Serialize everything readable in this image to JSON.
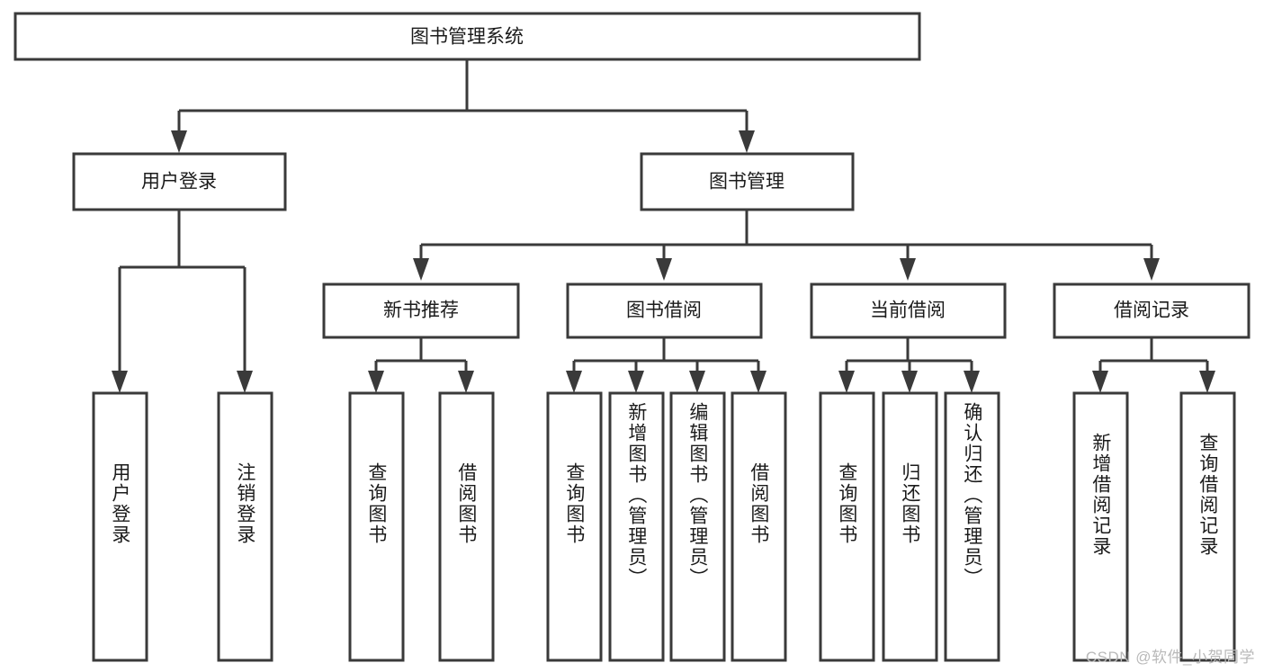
{
  "diagram": {
    "title": "图书管理系统",
    "type": "hierarchy-tree",
    "orientation": "top-down",
    "levels": 4,
    "colors": {
      "stroke": "#3a3a3a",
      "box_fill": "#ffffff",
      "text": "#1b1b1b",
      "background": "#ffffff",
      "watermark": "#b9b9b9"
    },
    "root": {
      "id": "root",
      "label": "图书管理系统"
    },
    "level2": [
      {
        "id": "user-login",
        "label": "用户登录"
      },
      {
        "id": "book-manage",
        "label": "图书管理"
      }
    ],
    "level3": [
      {
        "id": "new-book-recommend",
        "label": "新书推荐",
        "parent": "book-manage"
      },
      {
        "id": "book-borrow",
        "label": "图书借阅",
        "parent": "book-manage"
      },
      {
        "id": "current-borrow",
        "label": "当前借阅",
        "parent": "book-manage"
      },
      {
        "id": "borrow-record",
        "label": "借阅记录",
        "parent": "book-manage"
      }
    ],
    "leaves": [
      {
        "id": "leaf-user-login",
        "label": "用户登录",
        "parent": "user-login"
      },
      {
        "id": "leaf-user-logout",
        "label": "注销登录",
        "parent": "user-login"
      },
      {
        "id": "leaf-query-book-1",
        "label": "查询图书",
        "parent": "new-book-recommend"
      },
      {
        "id": "leaf-borrow-book-1",
        "label": "借阅图书",
        "parent": "new-book-recommend"
      },
      {
        "id": "leaf-query-book-2",
        "label": "查询图书",
        "parent": "book-borrow"
      },
      {
        "id": "leaf-add-book",
        "label": "新增图书（管理员）",
        "parent": "book-borrow"
      },
      {
        "id": "leaf-edit-book",
        "label": "编辑图书（管理员）",
        "parent": "book-borrow"
      },
      {
        "id": "leaf-borrow-book-2",
        "label": "借阅图书",
        "parent": "book-borrow"
      },
      {
        "id": "leaf-query-book-3",
        "label": "查询图书",
        "parent": "current-borrow"
      },
      {
        "id": "leaf-return-book",
        "label": "归还图书",
        "parent": "current-borrow"
      },
      {
        "id": "leaf-confirm-return",
        "label": "确认归还（管理员）",
        "parent": "current-borrow"
      },
      {
        "id": "leaf-add-record",
        "label": "新增借阅记录",
        "parent": "borrow-record"
      },
      {
        "id": "leaf-query-record",
        "label": "查询借阅记录",
        "parent": "borrow-record"
      }
    ],
    "watermark": "CSDN @软件_小贺同学"
  }
}
